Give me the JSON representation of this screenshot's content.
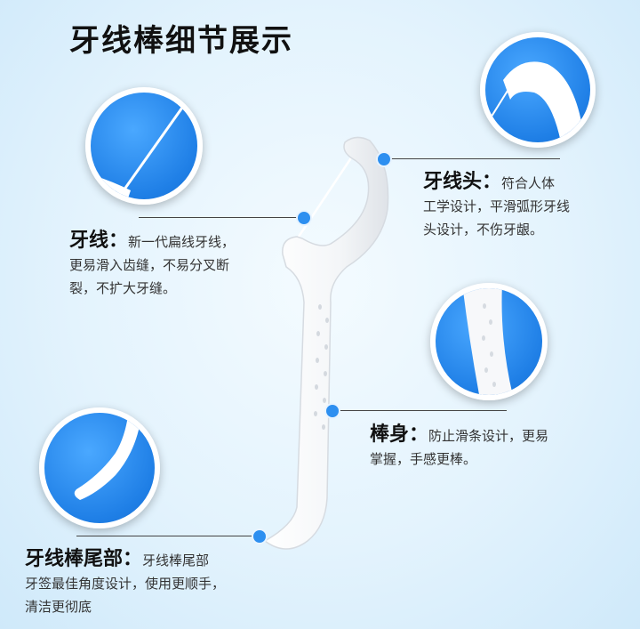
{
  "title": "牙线棒细节展示",
  "colors": {
    "accent": "#2d8ff0",
    "circle": "#1f7fe6",
    "product": "#ffffff"
  },
  "features": {
    "head": {
      "heading": "牙线头：",
      "first": "符合人体",
      "rest": [
        "工学设计，平滑弧形牙线",
        "头设计，不伤牙龈。"
      ]
    },
    "floss": {
      "heading": "牙线：",
      "first": "新一代扁线牙线，",
      "rest": [
        "更易滑入齿缝，不易分叉断",
        "裂，不扩大牙缝。"
      ]
    },
    "body": {
      "heading": "棒身：",
      "first": "防止滑条设计，更易",
      "rest": [
        "掌握，手感更棒。"
      ]
    },
    "tail": {
      "heading": "牙线棒尾部：",
      "first": "牙线棒尾部",
      "rest": [
        "牙签最佳角度设计，使用更顺手，",
        "清洁更彻底"
      ]
    }
  }
}
